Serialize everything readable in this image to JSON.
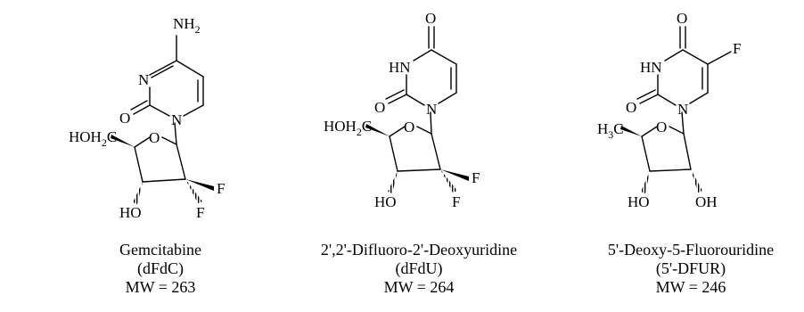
{
  "molecules": [
    {
      "name": "Gemcitabine",
      "abbrev": "(dFdC)",
      "mw": "MW = 263",
      "atoms": {
        "amine": "NH",
        "amine_sub": "2",
        "ring_n": "N",
        "n1": "N",
        "carbonyl_o": "O",
        "ring_o": "O",
        "sidechain": "HOH",
        "sidechain_sub": "2",
        "sidechain_c": "C",
        "hydroxyl": "HO",
        "f1": "F",
        "f2": "F"
      }
    },
    {
      "name": "2',2'-Difluoro-2'-Deoxyuridine",
      "abbrev": "(dFdU)",
      "mw": "MW = 264",
      "atoms": {
        "top_o": "O",
        "hn": "HN",
        "n1": "N",
        "carbonyl_o": "O",
        "ring_o": "O",
        "sidechain": "HOH",
        "sidechain_sub": "2",
        "sidechain_c": "C",
        "hydroxyl": "HO",
        "f1": "F",
        "f2": "F"
      }
    },
    {
      "name": "5'-Deoxy-5-Fluorouridine",
      "abbrev": "(5'-DFUR)",
      "mw": "MW = 246",
      "atoms": {
        "top_o": "O",
        "hn": "HN",
        "f": "F",
        "n1": "N",
        "carbonyl_o": "O",
        "ring_o": "O",
        "methyl": "H",
        "methyl_sub": "3",
        "methyl_c": "C",
        "hydroxyl1": "HO",
        "hydroxyl2": "OH"
      }
    }
  ]
}
